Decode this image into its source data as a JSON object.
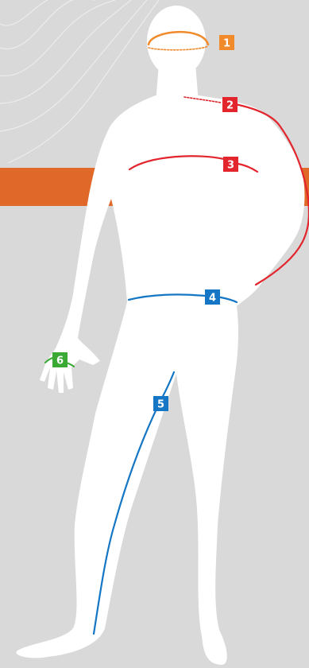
{
  "colors": {
    "background": "#d9d9da",
    "band": "#e06828",
    "contour": "#ebebec",
    "figure": "#ffffff",
    "head": "#f18a2b",
    "neck_shoulder": "#e3252d",
    "chest": "#e3252d",
    "waist": "#1476c4",
    "inseam": "#1476c4",
    "wrist": "#3aaa35"
  },
  "measurements": [
    {
      "id": "head",
      "label": "1",
      "color": "#f18a2b"
    },
    {
      "id": "neck-to-wrist",
      "label": "2",
      "color": "#e3252d"
    },
    {
      "id": "chest",
      "label": "3",
      "color": "#e3252d"
    },
    {
      "id": "waist",
      "label": "4",
      "color": "#1476c4"
    },
    {
      "id": "inseam",
      "label": "5",
      "color": "#1476c4"
    },
    {
      "id": "wrist",
      "label": "6",
      "color": "#3aaa35"
    }
  ]
}
